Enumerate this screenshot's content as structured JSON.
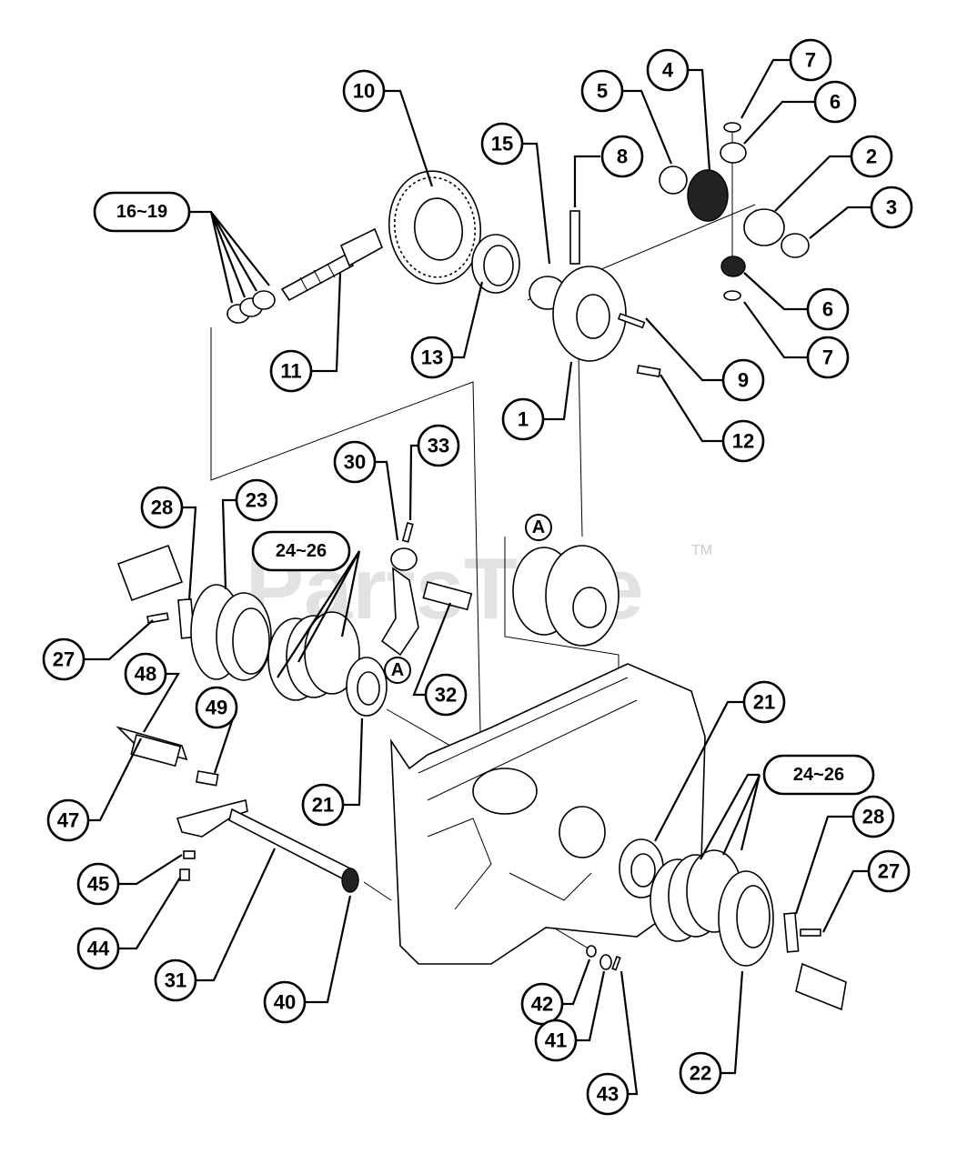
{
  "watermark": {
    "text": "PartsTree",
    "trademark": "TM"
  },
  "callouts": [
    {
      "id": "c10",
      "label": "10"
    },
    {
      "id": "c16",
      "label": "16~19"
    },
    {
      "id": "c11",
      "label": "11"
    },
    {
      "id": "c13",
      "label": "13"
    },
    {
      "id": "c15",
      "label": "15"
    },
    {
      "id": "c8",
      "label": "8"
    },
    {
      "id": "c5",
      "label": "5"
    },
    {
      "id": "c4",
      "label": "4"
    },
    {
      "id": "c7a",
      "label": "7"
    },
    {
      "id": "c6a",
      "label": "6"
    },
    {
      "id": "c2",
      "label": "2"
    },
    {
      "id": "c3",
      "label": "3"
    },
    {
      "id": "c6b",
      "label": "6"
    },
    {
      "id": "c7b",
      "label": "7"
    },
    {
      "id": "c9",
      "label": "9"
    },
    {
      "id": "c1",
      "label": "1"
    },
    {
      "id": "c12",
      "label": "12"
    },
    {
      "id": "c30",
      "label": "30"
    },
    {
      "id": "c33",
      "label": "33"
    },
    {
      "id": "c28a",
      "label": "28"
    },
    {
      "id": "c23",
      "label": "23"
    },
    {
      "id": "c24a",
      "label": "24~26"
    },
    {
      "id": "c27a",
      "label": "27"
    },
    {
      "id": "c48",
      "label": "48"
    },
    {
      "id": "c49",
      "label": "49"
    },
    {
      "id": "c32",
      "label": "32"
    },
    {
      "id": "c21a",
      "label": "21"
    },
    {
      "id": "c21b",
      "label": "21"
    },
    {
      "id": "c47",
      "label": "47"
    },
    {
      "id": "c24b",
      "label": "24~26"
    },
    {
      "id": "c28b",
      "label": "28"
    },
    {
      "id": "c27b",
      "label": "27"
    },
    {
      "id": "c45",
      "label": "45"
    },
    {
      "id": "c44",
      "label": "44"
    },
    {
      "id": "c31",
      "label": "31"
    },
    {
      "id": "c40",
      "label": "40"
    },
    {
      "id": "c42",
      "label": "42"
    },
    {
      "id": "c41",
      "label": "41"
    },
    {
      "id": "c43",
      "label": "43"
    },
    {
      "id": "c22",
      "label": "22"
    }
  ],
  "reference_marks": [
    {
      "id": "rA1",
      "label": "A"
    },
    {
      "id": "rA2",
      "label": "A"
    }
  ]
}
